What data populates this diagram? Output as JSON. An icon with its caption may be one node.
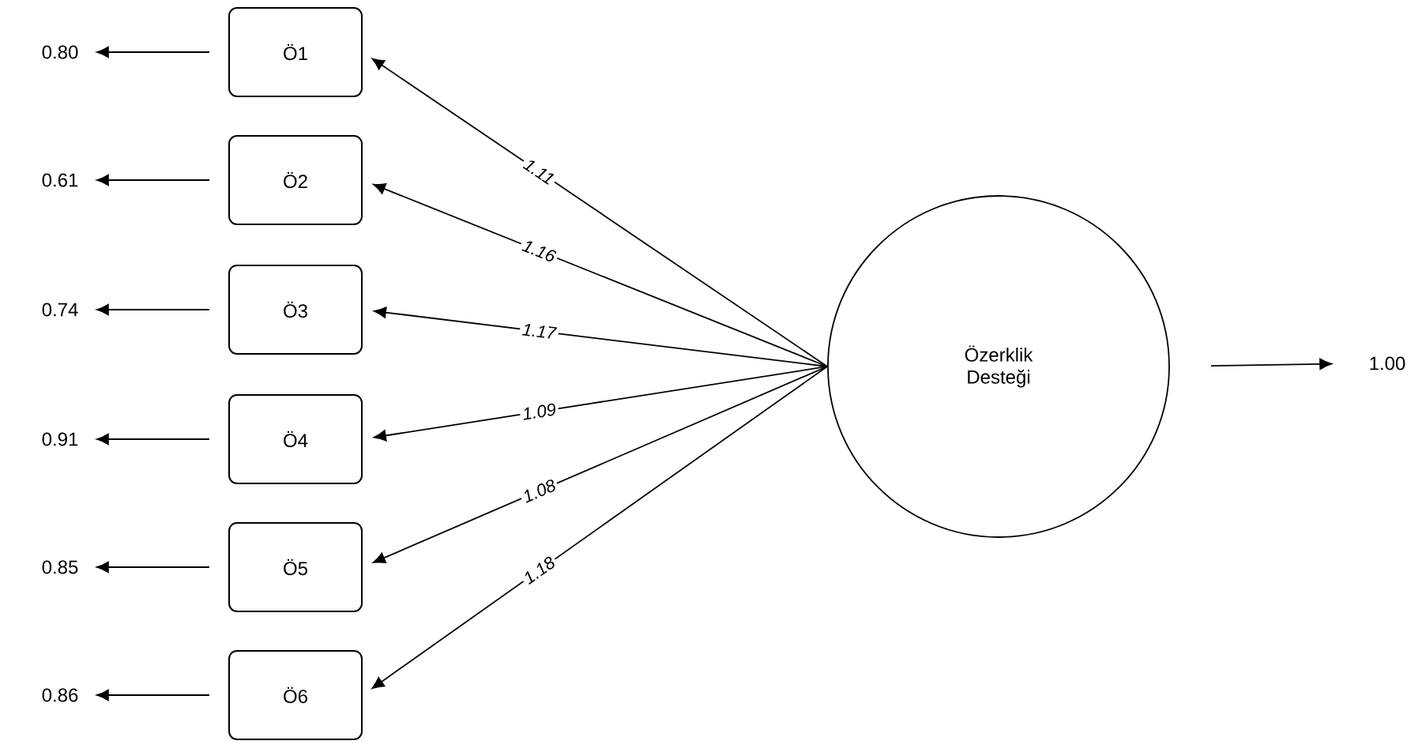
{
  "diagram": {
    "nodes": [
      {
        "text": [
          "Ö1"
        ]
      },
      {
        "text": [
          "Ö2"
        ]
      },
      {
        "text": [
          "Ö3"
        ]
      },
      {
        "text": [
          "Ö4"
        ]
      },
      {
        "text": [
          "Ö5"
        ]
      },
      {
        "text": [
          "Ö6"
        ]
      },
      {
        "text": [
          "Özerklik Desteği"
        ]
      },
      {
        "text": [
          "0.80"
        ]
      },
      {
        "text": [
          "0.61"
        ]
      },
      {
        "text": [
          "0.74"
        ]
      },
      {
        "text": [
          "0.91"
        ]
      },
      {
        "text": [
          "0.85"
        ]
      },
      {
        "text": [
          "0.86"
        ]
      },
      {
        "text": [
          "1.00"
        ]
      }
    ],
    "edges": [
      {
        "from": 6,
        "to": 0,
        "arrow": "to",
        "label": "1.11"
      },
      {
        "from": 6,
        "to": 1,
        "arrow": "to",
        "label": "1.16"
      },
      {
        "from": 6,
        "to": 2,
        "arrow": "to",
        "label": "1.17"
      },
      {
        "from": 6,
        "to": 3,
        "arrow": "to",
        "label": "1.09"
      },
      {
        "from": 6,
        "to": 4,
        "arrow": "to",
        "label": "1.08"
      },
      {
        "from": 6,
        "to": 5,
        "arrow": "to",
        "label": "1.18"
      },
      {
        "from": 0,
        "to": 7,
        "arrow": "to"
      },
      {
        "from": 1,
        "to": 8,
        "arrow": "to"
      },
      {
        "from": 2,
        "to": 9,
        "arrow": "to"
      },
      {
        "from": 3,
        "to": 10,
        "arrow": "to"
      },
      {
        "from": 4,
        "to": 11,
        "arrow": "to"
      },
      {
        "from": 5,
        "to": 12,
        "arrow": "to"
      },
      {
        "from": 6,
        "to": 13,
        "arrow": "to"
      }
    ]
  }
}
